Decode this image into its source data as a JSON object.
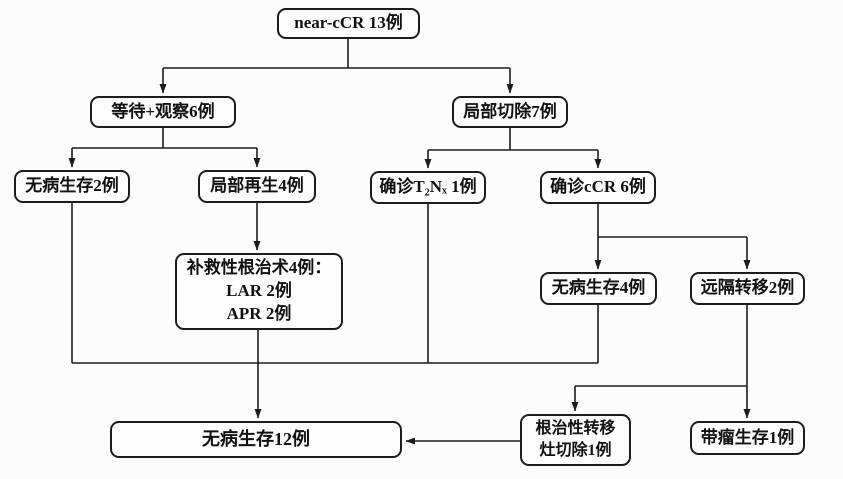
{
  "diagram": {
    "type": "flowchart",
    "background_color": "#fcfcfc",
    "node_fill_color": "#fdfdfd",
    "line_color": "#1c1c1c",
    "text_color": "#111111"
  },
  "nodes": {
    "near_ccr": {
      "label": "near-cCR 13例"
    },
    "wait_watch": {
      "label": "等待+观察6例"
    },
    "excision": {
      "label": "局部切除7例"
    },
    "dfs2": {
      "label": "无病生存2例"
    },
    "regrowth": {
      "label": "局部再生4例"
    },
    "t2nx": {
      "label": "确诊T₂Nₓ 1例"
    },
    "ccr": {
      "label": "确诊cCR 6例"
    },
    "salvage": {
      "lines": [
        "补救性根治术4例：",
        "LAR 2例",
        "APR 2例"
      ]
    },
    "dfs4": {
      "label": "无病生存4例"
    },
    "distant": {
      "label": "远隔转移2例"
    },
    "dfs12": {
      "label": "无病生存12例"
    },
    "radmet": {
      "lines": [
        "根治性转移",
        "灶切除1例"
      ]
    },
    "tumor": {
      "label": "带瘤生存1例"
    }
  },
  "edges": [
    {
      "from": "near_ccr",
      "to": "wait_watch"
    },
    {
      "from": "near_ccr",
      "to": "excision"
    },
    {
      "from": "wait_watch",
      "to": "dfs2"
    },
    {
      "from": "wait_watch",
      "to": "regrowth"
    },
    {
      "from": "regrowth",
      "to": "salvage"
    },
    {
      "from": "excision",
      "to": "t2nx"
    },
    {
      "from": "excision",
      "to": "ccr"
    },
    {
      "from": "ccr",
      "to": "dfs4"
    },
    {
      "from": "ccr",
      "to": "distant"
    },
    {
      "from": "distant",
      "to": "radmet"
    },
    {
      "from": "distant",
      "to": "tumor"
    },
    {
      "from": "dfs2",
      "to": "dfs12"
    },
    {
      "from": "salvage",
      "to": "dfs12"
    },
    {
      "from": "t2nx",
      "to": "dfs12"
    },
    {
      "from": "dfs4",
      "to": "dfs12"
    },
    {
      "from": "radmet",
      "to": "dfs12"
    }
  ]
}
